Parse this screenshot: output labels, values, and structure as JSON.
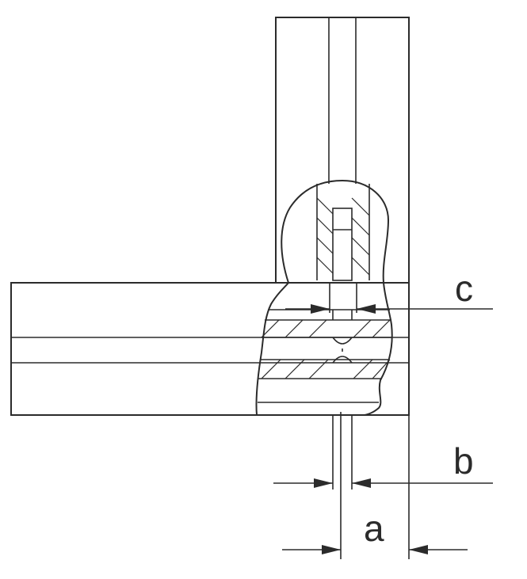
{
  "diagram": {
    "labels": {
      "a": "a",
      "b": "b",
      "c": "c"
    },
    "line_color": "#2b2b2b",
    "background": "#ffffff"
  }
}
